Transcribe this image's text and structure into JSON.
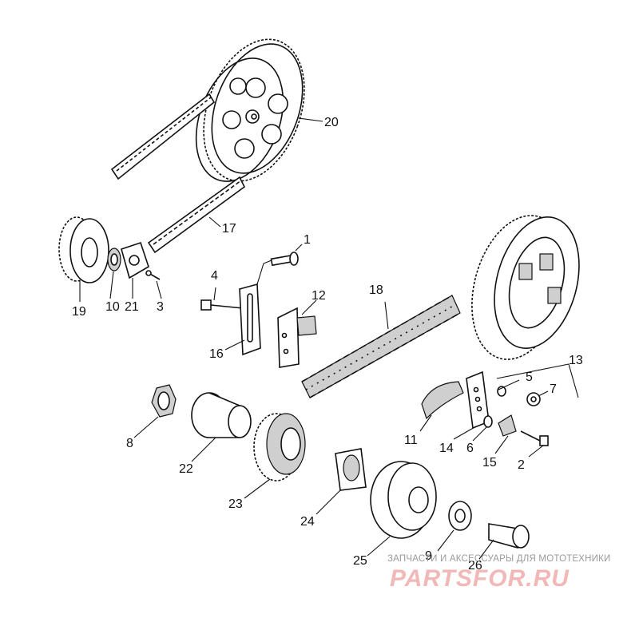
{
  "parts": [
    {
      "label": "1"
    },
    {
      "label": "2"
    },
    {
      "label": "3"
    },
    {
      "label": "4"
    },
    {
      "label": "5"
    },
    {
      "label": "6"
    },
    {
      "label": "7"
    },
    {
      "label": "8"
    },
    {
      "label": "9"
    },
    {
      "label": "10"
    },
    {
      "label": "11"
    },
    {
      "label": "12"
    },
    {
      "label": "13"
    },
    {
      "label": "14"
    },
    {
      "label": "15"
    },
    {
      "label": "16"
    },
    {
      "label": "17"
    },
    {
      "label": "18"
    },
    {
      "label": "19"
    },
    {
      "label": "20"
    },
    {
      "label": "21"
    },
    {
      "label": "22"
    },
    {
      "label": "23"
    },
    {
      "label": "24"
    },
    {
      "label": "25"
    },
    {
      "label": "26"
    }
  ],
  "watermark": {
    "caption": "ЗАПЧАСТИ И АКСЕССУАРЫ ДЛЯ МОТОТЕХНИКИ",
    "logo": "PARTSFOR.RU"
  }
}
